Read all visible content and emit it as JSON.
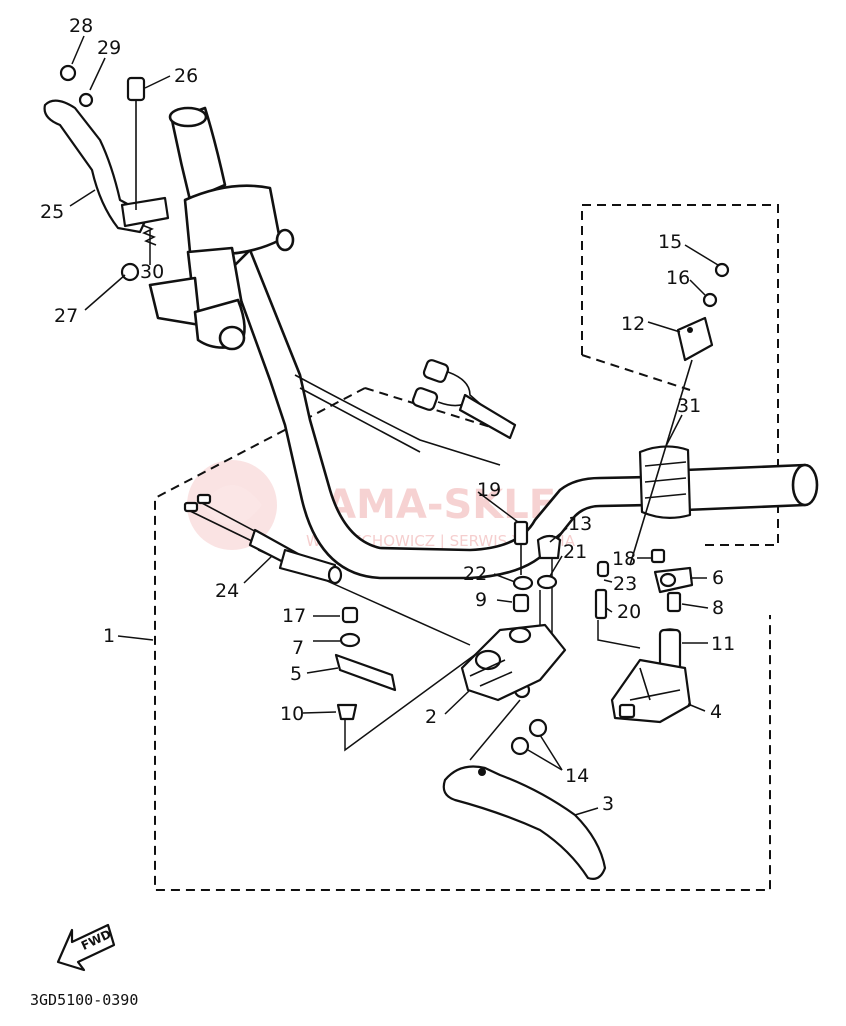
{
  "diagram": {
    "reference_code": "3GD5100-0390",
    "fwd_label": "FWD",
    "watermark": {
      "brand": "YAMA-SKLEP",
      "subtitle": "WOJCIECHOWICZ | SERWIS YAMAHA"
    },
    "callouts": [
      {
        "id": "28",
        "text": "28"
      },
      {
        "id": "29",
        "text": "29"
      },
      {
        "id": "26",
        "text": "26"
      },
      {
        "id": "25",
        "text": "25"
      },
      {
        "id": "30",
        "text": "30"
      },
      {
        "id": "27",
        "text": "27"
      },
      {
        "id": "15",
        "text": "15"
      },
      {
        "id": "16",
        "text": "16"
      },
      {
        "id": "12",
        "text": "12"
      },
      {
        "id": "31",
        "text": "31"
      },
      {
        "id": "19",
        "text": "19"
      },
      {
        "id": "13",
        "text": "13"
      },
      {
        "id": "21",
        "text": "21"
      },
      {
        "id": "22",
        "text": "22"
      },
      {
        "id": "18",
        "text": "18"
      },
      {
        "id": "23",
        "text": "23"
      },
      {
        "id": "6",
        "text": "6"
      },
      {
        "id": "9",
        "text": "9"
      },
      {
        "id": "20",
        "text": "20"
      },
      {
        "id": "8",
        "text": "8"
      },
      {
        "id": "24",
        "text": "24"
      },
      {
        "id": "17",
        "text": "17"
      },
      {
        "id": "1",
        "text": "1"
      },
      {
        "id": "7",
        "text": "7"
      },
      {
        "id": "11",
        "text": "11"
      },
      {
        "id": "5",
        "text": "5"
      },
      {
        "id": "10",
        "text": "10"
      },
      {
        "id": "2",
        "text": "2"
      },
      {
        "id": "4",
        "text": "4"
      },
      {
        "id": "14",
        "text": "14"
      },
      {
        "id": "3",
        "text": "3"
      }
    ]
  }
}
